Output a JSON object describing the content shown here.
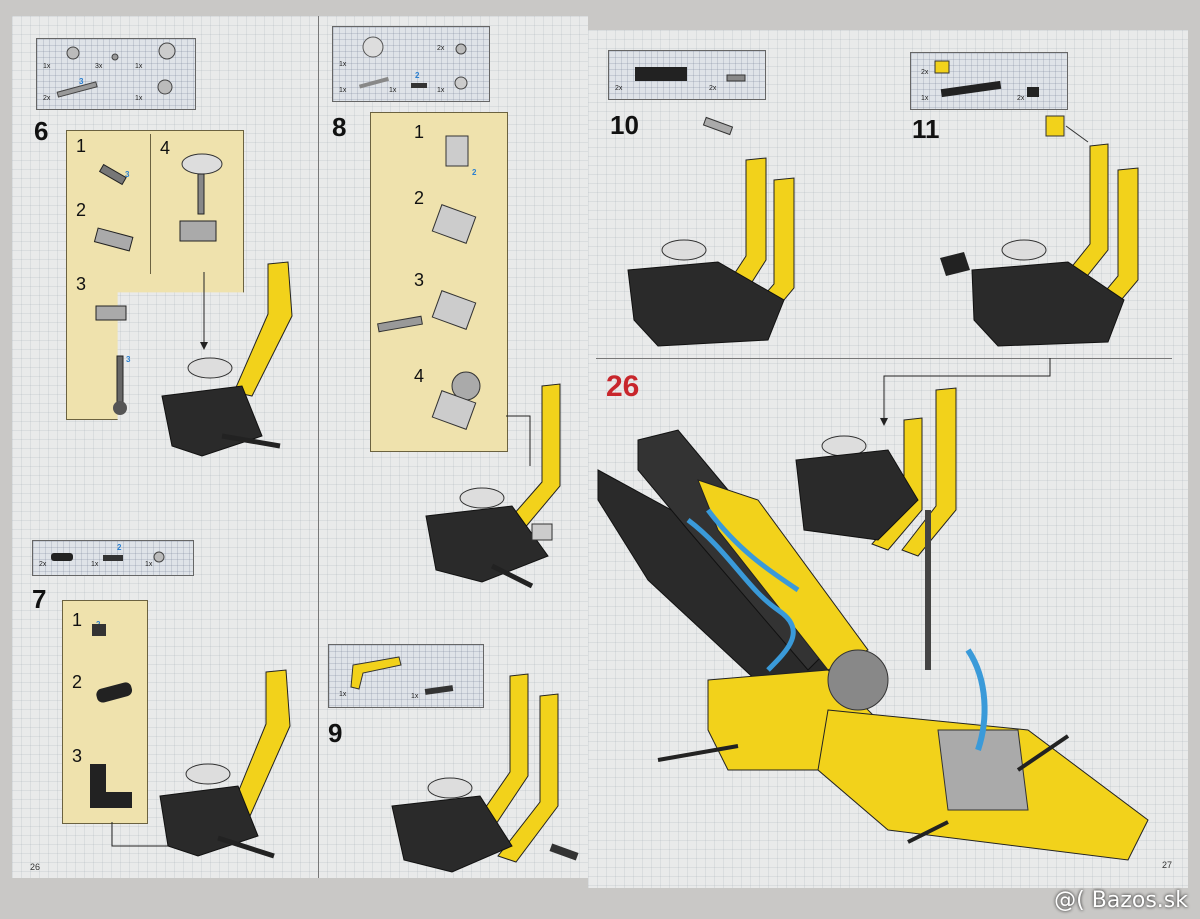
{
  "pages": {
    "left_number": "26",
    "right_number": "27"
  },
  "steps": [
    {
      "number": "6",
      "substeps": [
        "1",
        "2",
        "3",
        "4"
      ]
    },
    {
      "number": "7",
      "substeps": [
        "1",
        "2",
        "3"
      ]
    },
    {
      "number": "8",
      "substeps": [
        "1",
        "2",
        "3",
        "4"
      ]
    },
    {
      "number": "9"
    },
    {
      "number": "10"
    },
    {
      "number": "11"
    },
    {
      "number": "26"
    }
  ],
  "parts_lists": {
    "step6": {
      "a": "1x",
      "b": "3x",
      "c": "1x",
      "d": "2x",
      "e": "1x",
      "callout": "3"
    },
    "step7": {
      "a": "2x",
      "b": "1x",
      "c": "1x",
      "callout": "2"
    },
    "step8": {
      "a": "1x",
      "b": "2x",
      "c": "1x",
      "d": "1x",
      "e": "1x",
      "callout": "2"
    },
    "step9": {
      "a": "1x",
      "b": "1x"
    },
    "step10": {
      "a": "2x",
      "b": "2x"
    },
    "step11": {
      "a": "2x",
      "b": "1x",
      "c": "2x"
    }
  },
  "callouts": {
    "s6_1": "3",
    "s6_3": "3",
    "s7_1": "2",
    "s8_1": "2"
  },
  "watermark": "@( Bazos.sk",
  "colors": {
    "yellow": "#f2d21b",
    "black": "#222222",
    "grey": "#b9bcbf",
    "blue": "#3a9ad9",
    "red_step": "#c8262c",
    "panel": "#efe2ad"
  }
}
